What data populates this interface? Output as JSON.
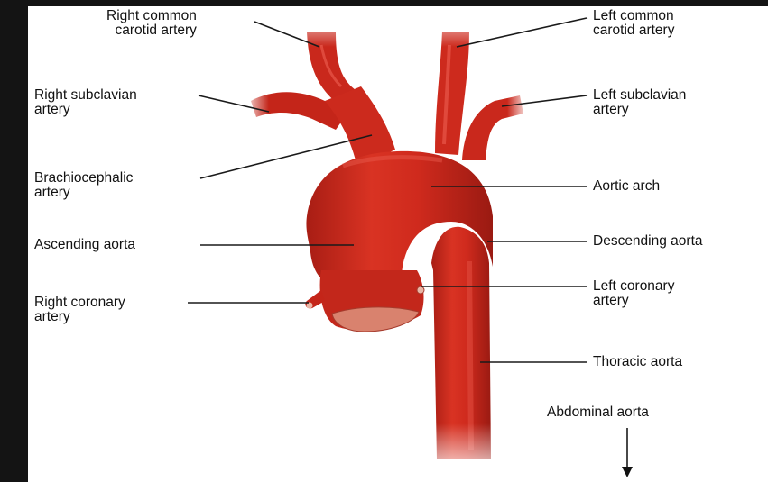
{
  "labels": {
    "right_common_carotid": {
      "line1": "Right common",
      "line2": "carotid artery"
    },
    "left_common_carotid": {
      "line1": "Left common",
      "line2": "carotid artery"
    },
    "right_subclavian": {
      "line1": "Right subclavian",
      "line2": "artery"
    },
    "left_subclavian": {
      "line1": "Left subclavian",
      "line2": "artery"
    },
    "brachiocephalic": {
      "line1": "Brachiocephalic",
      "line2": "artery"
    },
    "aortic_arch": "Aortic arch",
    "ascending_aorta": "Ascending aorta",
    "descending_aorta": "Descending aorta",
    "right_coronary": {
      "line1": "Right coronary",
      "line2": "artery"
    },
    "left_coronary": {
      "line1": "Left coronary",
      "line2": "artery"
    },
    "thoracic_aorta": "Thoracic aorta",
    "abdominal_aorta": "Abdominal aorta"
  },
  "colors": {
    "vessel": "#cc2a1e",
    "vessel_dark": "#9e1c13",
    "vessel_light": "#e8574a",
    "valve": "#d9826e",
    "background": "#ffffff",
    "frame": "#141414"
  }
}
